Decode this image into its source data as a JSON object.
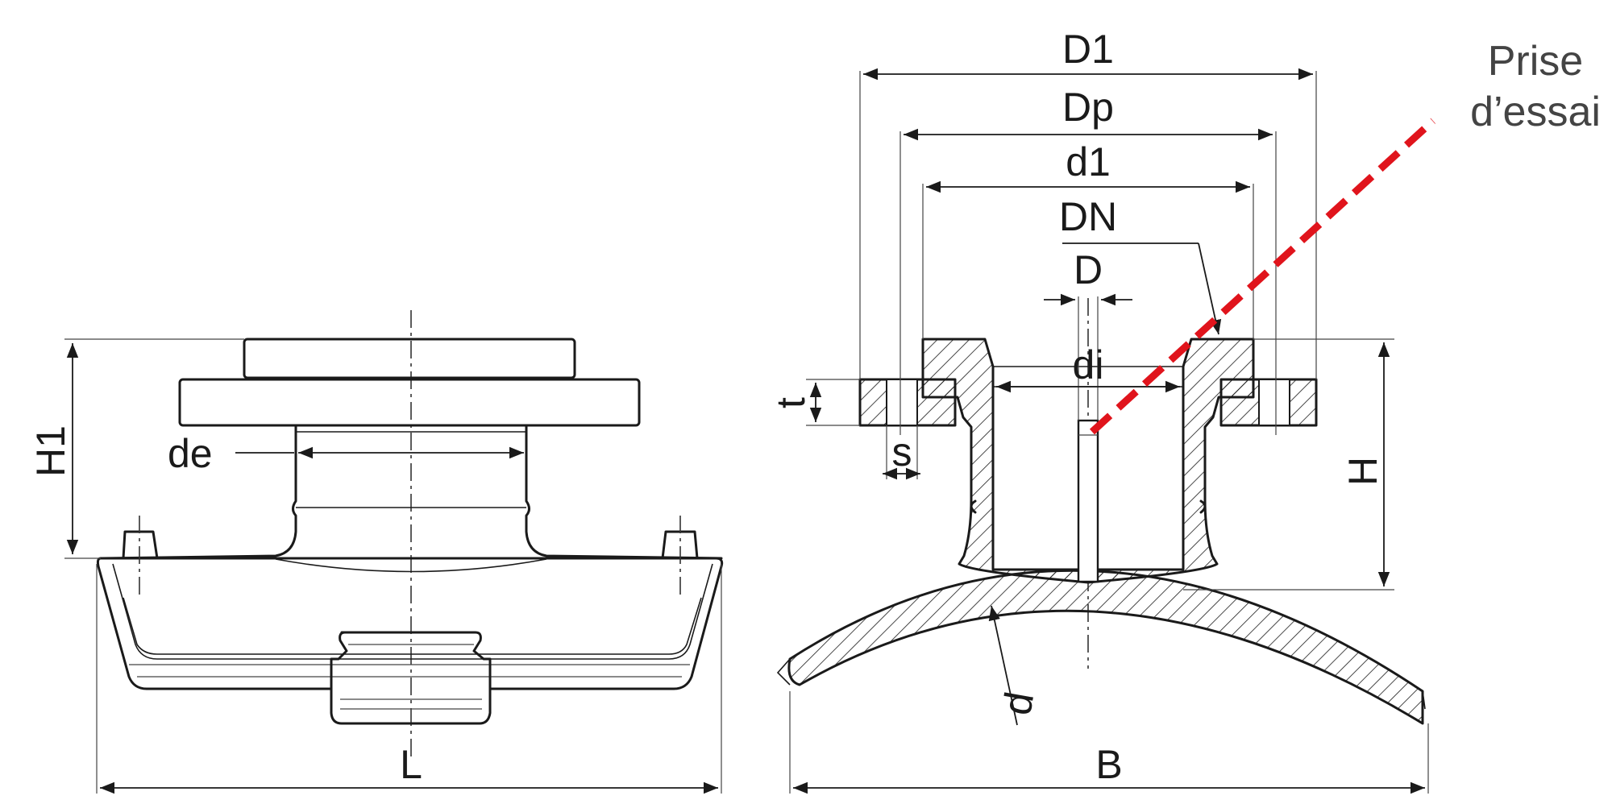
{
  "labels": {
    "H1": "H1",
    "de": "de",
    "L": "L",
    "D1": "D1",
    "Dp": "Dp",
    "d1": "d1",
    "DN": "DN",
    "D": "D",
    "di": "di",
    "t": "t",
    "s": "s",
    "H": "H",
    "d": "d",
    "B": "B"
  },
  "annotation": {
    "line1": "Prise",
    "line2": "d’essai",
    "color": "#e0141c"
  }
}
